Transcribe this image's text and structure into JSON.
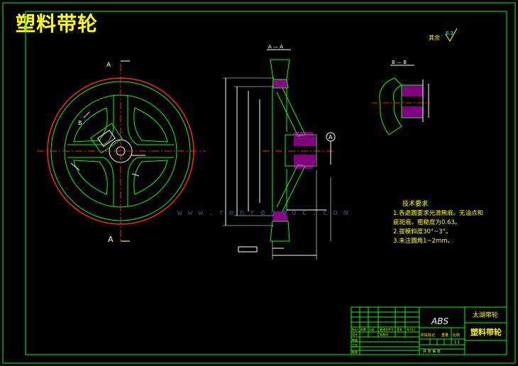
{
  "title": "塑料带轮",
  "section_labels": {
    "a_top": "A",
    "a_bottom": "A",
    "aa": "A — A",
    "bb": "B — B",
    "b": "B"
  },
  "surface": {
    "text": "其余",
    "value": "6.3"
  },
  "datum": "A",
  "tech_req": {
    "heading": "技术要求",
    "line1": "1.各處圓要求光滑無痕。无油点和",
    "line2": "疵斑痕。粗糙度为0.63。",
    "line3": "2.拔模斜度30°~3°。",
    "line4": "3.未注圓角1~2mm。"
  },
  "watermark": "www.renrendoc.com",
  "title_block": {
    "material": "ABS",
    "company": "太湖带轮",
    "part_name": "塑料带轮",
    "row_labels": [
      "标记",
      "处数",
      "分区",
      "更改文件号",
      "签名",
      "年月日"
    ],
    "design": "设计",
    "standard": "标准化",
    "review": "审核",
    "craft": "工艺",
    "approve": "批准",
    "stage": "阶段标记",
    "weight": "重量",
    "scale": "比例",
    "scale_value": "1:1",
    "sheet": "共 张 第 张"
  },
  "colors": {
    "border": "#00ff00",
    "outline": "#00ff00",
    "red": "#ff2020",
    "white": "#ffffff",
    "yellow": "#ffff00",
    "hatch": "#ff00ff",
    "cyan": "#00ffff"
  }
}
